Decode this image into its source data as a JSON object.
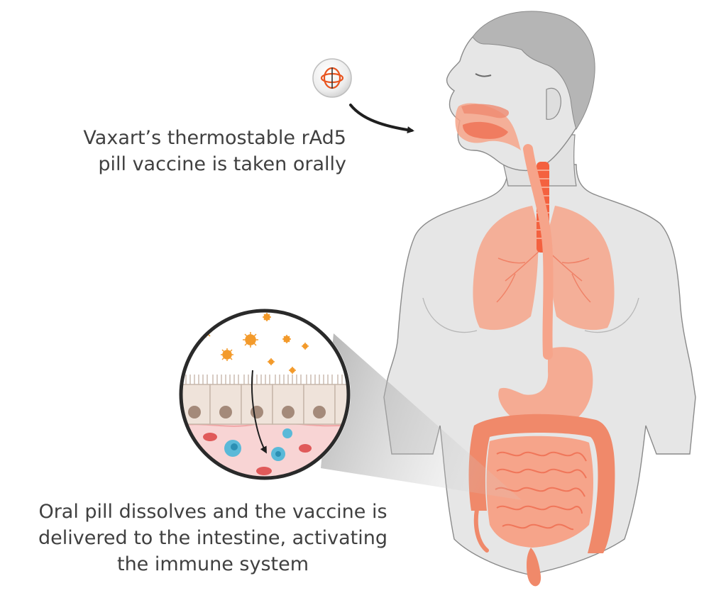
{
  "captions": {
    "pill_taken": {
      "line1": "Vaxart’s thermostable rAd5",
      "line2": "pill vaccine is taken orally"
    },
    "delivery": {
      "line1": "Oral pill dissolves and the vaccine is",
      "line2": "delivered to the intestine, activating",
      "line3": "the immune system"
    }
  },
  "colors": {
    "body_fill": "#e6e6e6",
    "body_stroke": "#8a8a8a",
    "hair": "#b5b5b5",
    "organ_fill": "#f6a48a",
    "organ_dark": "#ef6f52",
    "trachea": "#f4613f",
    "virus": "#f39a2b",
    "cell_fill": "#efe3da",
    "nucleus": "#a48a7a",
    "tissue": "#f8d4d4",
    "immune_cell": "#5ab9d8",
    "red_cell": "#e05a5a",
    "arrow": "#1f1f1f",
    "text": "#404040"
  },
  "icons": {
    "pill": "pill-icon",
    "arrow": "curved-arrow-icon",
    "inset": "intestine-lining-magnifier"
  }
}
